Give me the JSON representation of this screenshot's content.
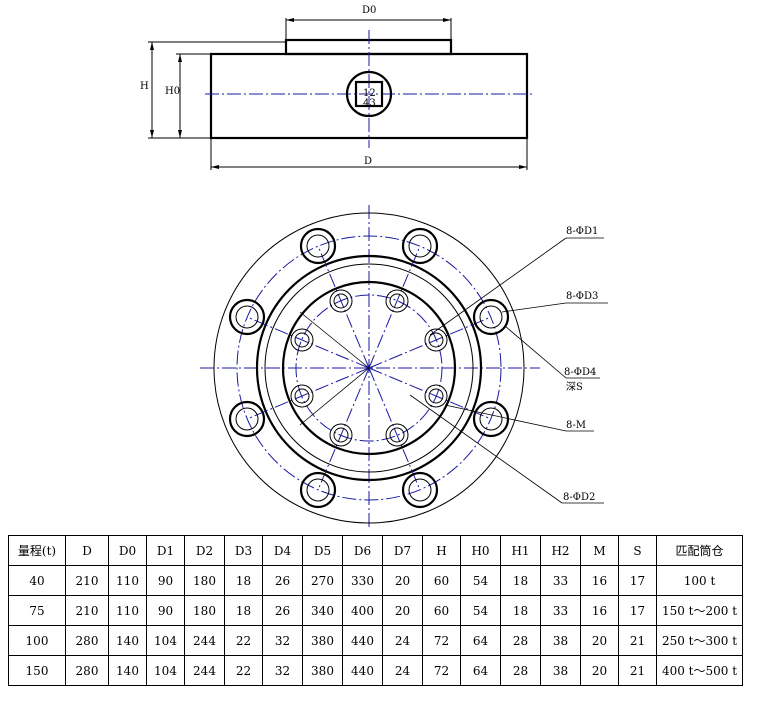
{
  "drawing": {
    "side_view": {
      "dim_top": "D0",
      "dim_bottom": "D",
      "dim_height": "H",
      "dim_height0": "H0",
      "connector_top": "12",
      "connector_bottom": "43"
    },
    "callouts": {
      "d1": "8-ΦD1",
      "d3": "8-ΦD3",
      "d4": "8-ΦD4",
      "depth": "深S",
      "thread": "8-M",
      "d2": "8-ΦD2"
    }
  },
  "table": {
    "headers": [
      "量程(t)",
      "D",
      "D0",
      "D1",
      "D2",
      "D3",
      "D4",
      "D5",
      "D6",
      "D7",
      "H",
      "H0",
      "H1",
      "H2",
      "M",
      "S",
      "匹配筒仓"
    ],
    "rows": [
      [
        "40",
        "210",
        "110",
        "90",
        "180",
        "18",
        "26",
        "270",
        "330",
        "20",
        "60",
        "54",
        "18",
        "33",
        "16",
        "17",
        "100 t"
      ],
      [
        "75",
        "210",
        "110",
        "90",
        "180",
        "18",
        "26",
        "340",
        "400",
        "20",
        "60",
        "54",
        "18",
        "33",
        "16",
        "17",
        "150 t～200 t"
      ],
      [
        "100",
        "280",
        "140",
        "104",
        "244",
        "22",
        "32",
        "380",
        "440",
        "24",
        "72",
        "64",
        "28",
        "38",
        "20",
        "21",
        "250 t～300 t"
      ],
      [
        "150",
        "280",
        "140",
        "104",
        "244",
        "22",
        "32",
        "380",
        "440",
        "24",
        "72",
        "64",
        "28",
        "38",
        "20",
        "21",
        "400 t～500 t"
      ]
    ]
  }
}
